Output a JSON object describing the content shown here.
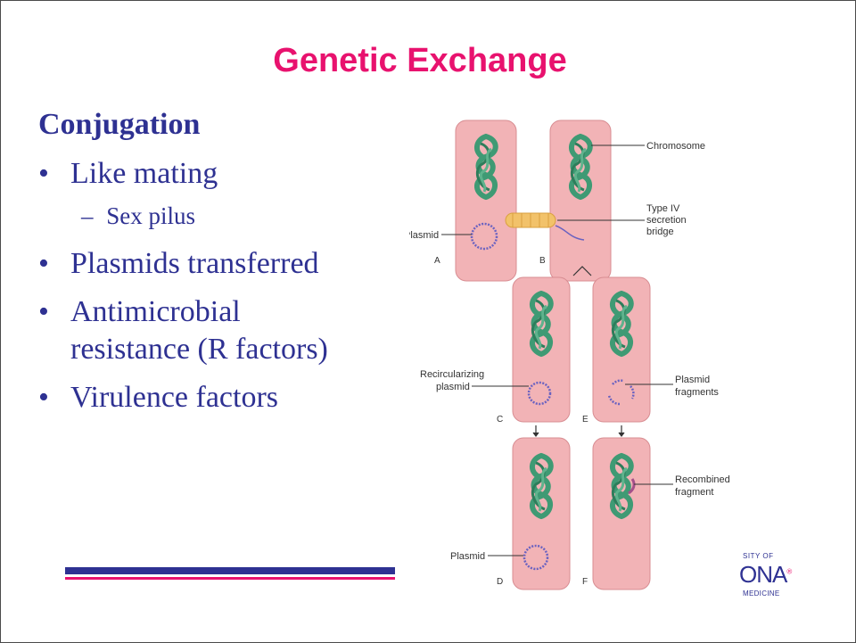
{
  "slide": {
    "title": "Genetic Exchange",
    "heading": "Conjugation",
    "bullet_char": "•",
    "sub_dash": "–",
    "bullets": [
      "Like mating",
      "Plasmids transferred",
      "Antimicrobial",
      "resistance (R factors)",
      "Virulence factors"
    ],
    "sub_bullet": "Sex pilus"
  },
  "figure": {
    "labels": {
      "chromosome": "Chromosome",
      "type_iv_line1": "Type IV",
      "type_iv_line2": "secretion",
      "type_iv_line3": "bridge",
      "plasmid_a": "Plasmid",
      "recirc_line1": "Recircularizing",
      "recirc_line2": "plasmid",
      "plasmid_frag_line1": "Plasmid",
      "plasmid_frag_line2": "fragments",
      "recombined_line1": "Recombined",
      "recombined_line2": "fragment",
      "plasmid_d": "Plasmid"
    },
    "panel_letters": [
      "A",
      "B",
      "C",
      "E",
      "D",
      "F"
    ],
    "colors": {
      "cell": "#f2b3b6",
      "cell_edge": "#d88d92",
      "chromosome": "#3f9a74",
      "plasmid": "#6a62c0",
      "pilus": "#f2c26a",
      "leader": "#333333"
    }
  },
  "logo": {
    "line1": "SITY OF",
    "line2": "ONA",
    "reg": "®",
    "line3": "MEDICINE"
  },
  "theme": {
    "accent_pink": "#e8126e",
    "navy": "#2e3192"
  }
}
